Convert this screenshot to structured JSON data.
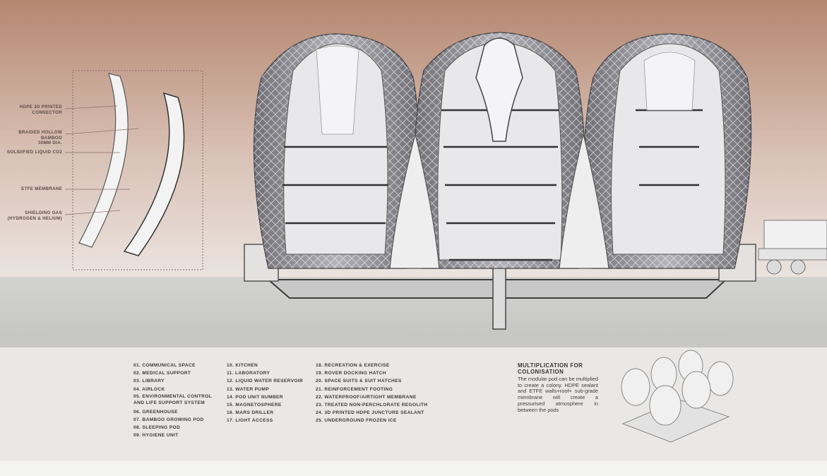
{
  "detail_labels": [
    "HDPE 3D PRINTED\nCONNECTOR",
    "BRAIDED HOLLOW BAMBOO\n30MM DIA.",
    "SOLIDIFIED LIQUID CO2",
    "ETFE MEMBRANE",
    "SHIELDING GAS\n(HYDROGEN & HELIUM)"
  ],
  "legend": {
    "col1": [
      "01. COMMUNICAL SPACE",
      "02. MEDICAL SUPPORT",
      "03. LIBRARY",
      "04. AIRLOCK",
      "05. ENVIRONMENTAL CONTROL\n      AND LIFE SUPPORT SYSTEM",
      "06. GREENHOUSE",
      "07. BAMBOO GROWING POD",
      "08. SLEEPING POD",
      "09. HYGIENE UNIT"
    ],
    "col2": [
      "10. KITCHEN",
      "11. LABORATORY",
      "12. LIQUID WATER RESERVOIR",
      "13. WATER PUMP",
      "14. POD UNIT NUMBER",
      "15. MAGNETOSPHERE",
      "16. MARS DRILLER",
      "17. LIGHT ACCESS"
    ],
    "col3": [
      "18. RECREATION & EXERCISE",
      "19. ROVER DOCKING HATCH",
      "20. SPACE SUITS & SUIT HATCHES",
      "21. REINFORCEMENT FOOTING",
      "22. WATERPROOF/AIRTIGHT MEMBRANE",
      "23. TREATED NON-PERCHLORATE REGOLITH",
      "24. 3D PRINTED HDPE JUNCTURE SEALANT",
      "25. UNDERGROUND FROZEN ICE"
    ]
  },
  "multiplication": {
    "title": "MULTIPLICATION FOR COLONISATION",
    "text": "The modular pod can be multiplied to create a colony. HDPE sealant and ETFE walls+roof+ sub-grade membrane will create a pressurised atmosphere in between the pods"
  },
  "colors": {
    "sky_top": "#b98e78",
    "sky_bottom": "#e6dcd6",
    "ground": "#cfcfcd",
    "pod_shell": "#8f8f94",
    "pod_interior": "#e8e8ea",
    "legend_bg": "#e9e8e6"
  }
}
